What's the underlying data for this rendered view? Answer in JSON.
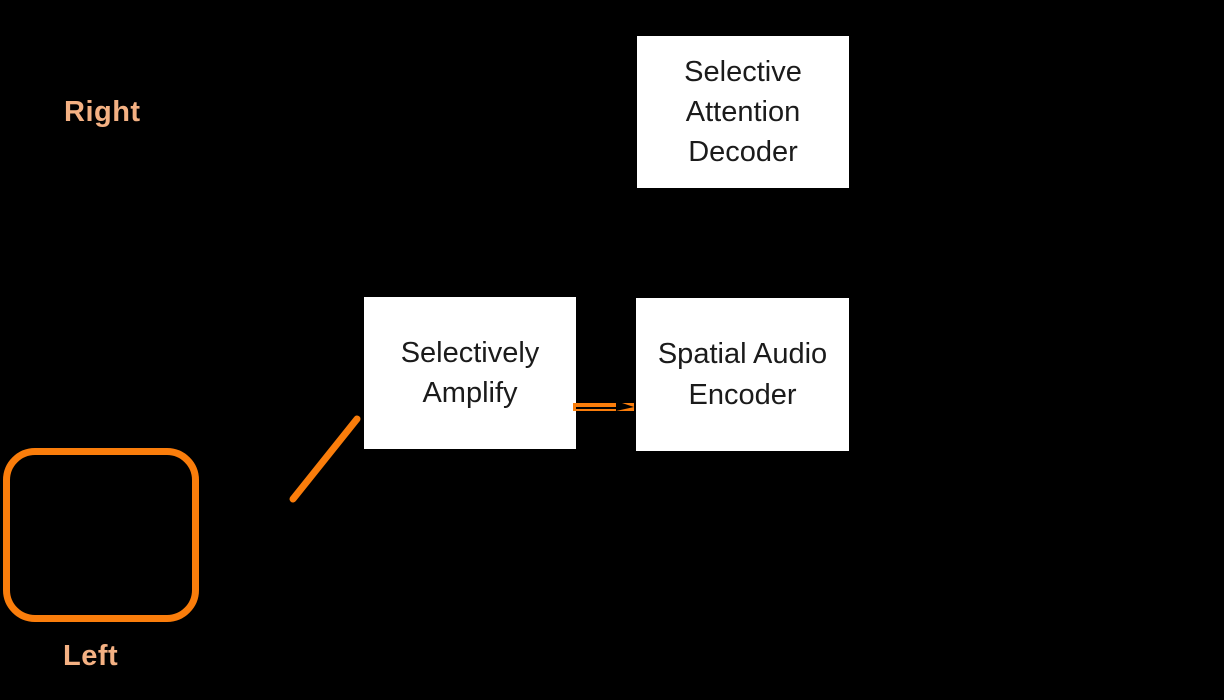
{
  "colors": {
    "background": "#000000",
    "marker_orange": "#FA7D0B",
    "label_salmon": "#F4B183",
    "box_bg": "#FFFFFF",
    "box_text": "#1B1B1B"
  },
  "labels": {
    "right": "Right",
    "left": "Left"
  },
  "boxes": {
    "decoder": {
      "label": "Selective Attention Decoder"
    },
    "amplify": {
      "label": "Selectively Amplify"
    },
    "encoder": {
      "label": "Spatial Audio Encoder"
    }
  }
}
